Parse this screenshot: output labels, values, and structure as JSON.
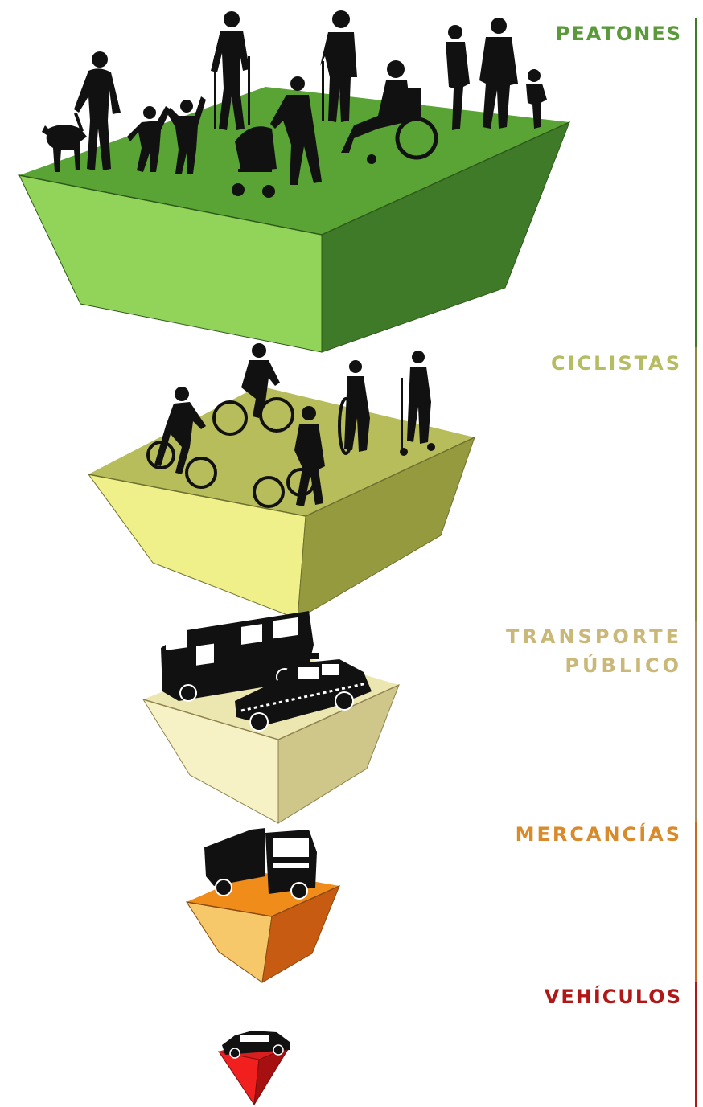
{
  "levels": [
    {
      "name": "peatones",
      "lines": [
        "PEATONES"
      ],
      "color": "#5a9a3a"
    },
    {
      "name": "ciclistas",
      "lines": [
        "CICLISTAS"
      ],
      "color": "#b6bc62"
    },
    {
      "name": "transporte-publico",
      "lines": [
        "TRANSPORTE",
        "PÚBLICO"
      ],
      "color": "#c9b878"
    },
    {
      "name": "mercancias",
      "lines": [
        "MERCANCÍAS"
      ],
      "color": "#d98a2a"
    },
    {
      "name": "vehiculos",
      "lines": [
        "VEHÍCULOS"
      ],
      "color": "#b01818"
    }
  ],
  "colors": {
    "peatones_top": "#5aa435",
    "peatones_left": "#92d45a",
    "peatones_right": "#3f7a28",
    "ciclistas_top": "#b8bd5c",
    "ciclistas_left": "#f0f08a",
    "ciclistas_right": "#959a3e",
    "transporte_top": "#ece7b0",
    "transporte_left": "#f7f1c6",
    "transporte_right": "#cfc689",
    "mercancias_top": "#f08c1a",
    "mercancias_left": "#f7c86a",
    "mercancias_right": "#c85b12",
    "vehiculos_top": "#d81e1e",
    "vehiculos_left": "#f21f1f",
    "vehiculos_right": "#a71010",
    "silhouette": "#111111",
    "bar_green": "#3f7a28",
    "bar_olive": "#8a8a3a",
    "bar_tan": "#a98f60",
    "bar_orange": "#c86a1a",
    "bar_red": "#b01818"
  },
  "icons": [
    "guide-dog-walker-icon",
    "children-playing-icon",
    "crutches-walker-icon",
    "stroller-icon",
    "cane-walker-icon",
    "wheelchair-icon",
    "family-walking-icon",
    "cyclist-icon",
    "bike-pusher-icon",
    "scooter-rider-icon",
    "bus-icon",
    "taxi-icon",
    "truck-icon",
    "car-icon"
  ]
}
